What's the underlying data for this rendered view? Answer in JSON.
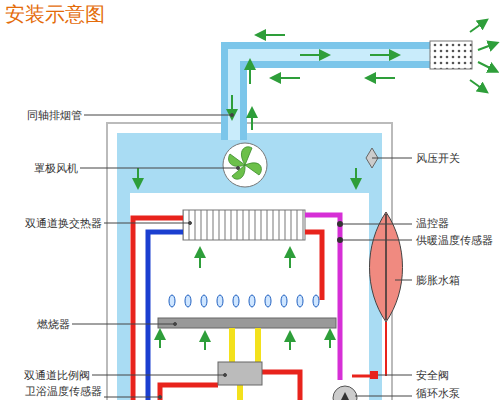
{
  "diagram": {
    "title": "安装示意图",
    "labels": [
      "同轴排烟管",
      "罩极风机",
      "双通道换交热器",
      "燃烧器",
      "双通道比例阀",
      "卫浴温度传感器",
      "风压开关",
      "温控器",
      "供暖温度传感器",
      "膨胀水箱",
      "安全阀",
      "循环水泵"
    ]
  }
}
